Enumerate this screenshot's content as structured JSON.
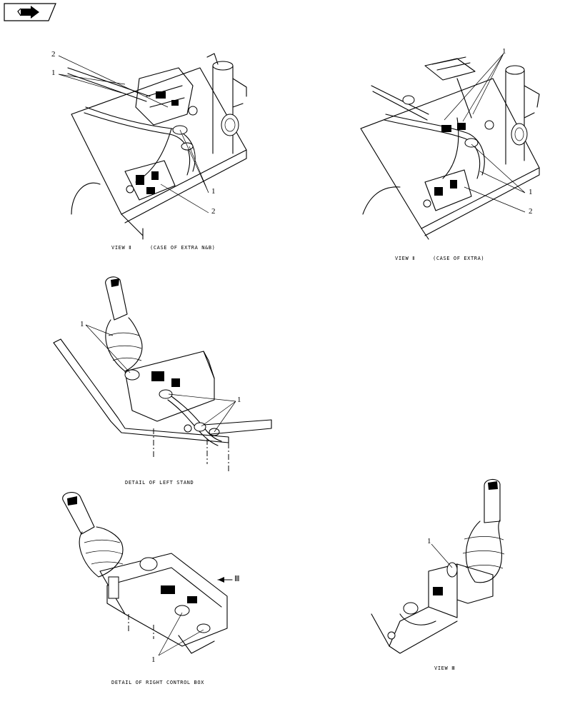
{
  "nav": {
    "icon": "next-page-arrow-icon"
  },
  "views": {
    "view1": {
      "caption_view": "VIEW Ⅱ",
      "caption_note": "(CASE OF EXTRA N&B)",
      "labels": [
        "2",
        "1",
        "1",
        "2"
      ]
    },
    "view2": {
      "caption_view": "VIEW Ⅱ",
      "caption_note": "(CASE OF EXTRA)",
      "labels": [
        "1",
        "1",
        "2"
      ]
    },
    "left_stand": {
      "caption": "DETAIL OF LEFT STAND",
      "labels": [
        "1",
        "1"
      ]
    },
    "right_box": {
      "caption": "DETAIL OF RIGHT CONTROL BOX",
      "labels": [
        "1"
      ],
      "arrow_label": "Ⅲ"
    },
    "view3": {
      "caption": "VIEW Ⅲ",
      "labels": [
        "1"
      ]
    }
  }
}
